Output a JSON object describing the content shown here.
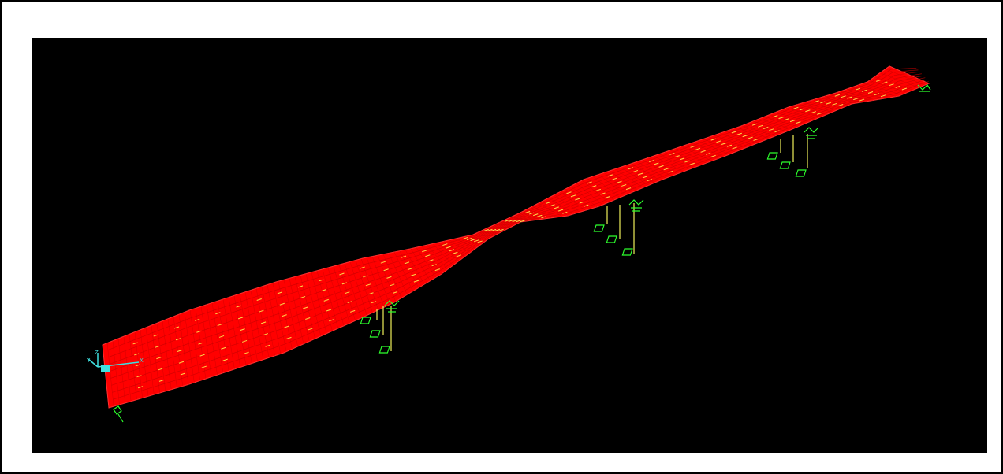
{
  "model_view": {
    "background": "#000000",
    "deck_color": "#ff0000",
    "mesh_line_color": "#c80000",
    "load_mark_color": "#ffd84a",
    "column_color": "#f0f05a",
    "support_color": "#2dff2d",
    "axis_color": "#3fe0e0",
    "axis_labels": {
      "z": "Z",
      "y": "Y",
      "x": "X"
    }
  }
}
